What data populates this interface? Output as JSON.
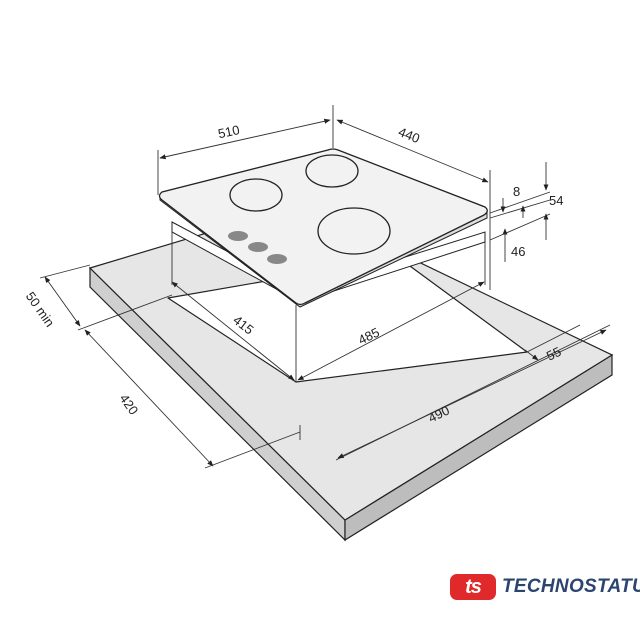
{
  "diagram": {
    "dimensions": {
      "width": "510",
      "depth": "440",
      "glass_thickness": "8",
      "total_height": "54",
      "body_height": "46",
      "cutout_depth": "415",
      "cutout_width": "485",
      "min_front_clearance": "50 min",
      "countertop_depth": "420",
      "countertop_width": "490",
      "min_back_clearance": "55"
    }
  },
  "brand": {
    "logo_mark": "ts",
    "name": "TECHNOSTATUS",
    "colors": {
      "mark": "#e0292b",
      "text": "#2c4470"
    }
  }
}
